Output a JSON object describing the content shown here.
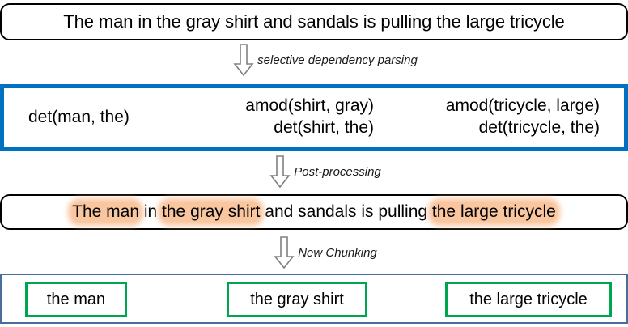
{
  "diagram": {
    "title": "selective dependency parsing pipeline",
    "colors": {
      "dependency_box_border": "#0070C0",
      "chunk_container_border": "#4A6E9B",
      "chunk_box_border": "#00A550",
      "highlight": "#FAC6A0",
      "arrow_outline": "#808080",
      "text": "#000000"
    }
  },
  "input_sentence": {
    "text": "The man in the gray shirt and sandals is pulling the large tricycle"
  },
  "arrows": [
    {
      "icon": "down-arrow-icon",
      "caption": "selective dependency parsing"
    },
    {
      "icon": "down-arrow-icon",
      "caption": "Post-processing"
    },
    {
      "icon": "down-arrow-icon",
      "caption": "New Chunking"
    }
  ],
  "dependencies": {
    "columns": [
      {
        "relations": [
          "det(man, the)"
        ]
      },
      {
        "relations": [
          "amod(shirt, gray)",
          "det(shirt, the)"
        ]
      },
      {
        "relations": [
          "amod(tricycle, large)",
          "det(tricycle, the)"
        ]
      }
    ]
  },
  "highlighted_sentence": {
    "segments": [
      {
        "text": "The man",
        "highlighted": true
      },
      {
        "text": " in ",
        "highlighted": false
      },
      {
        "text": "the gray shirt",
        "highlighted": true
      },
      {
        "text": " and sandals is pulling ",
        "highlighted": false
      },
      {
        "text": "the large tricycle",
        "highlighted": true
      }
    ]
  },
  "chunks": {
    "items": [
      {
        "label": "the man"
      },
      {
        "label": "the gray shirt"
      },
      {
        "label": "the large tricycle"
      }
    ]
  }
}
